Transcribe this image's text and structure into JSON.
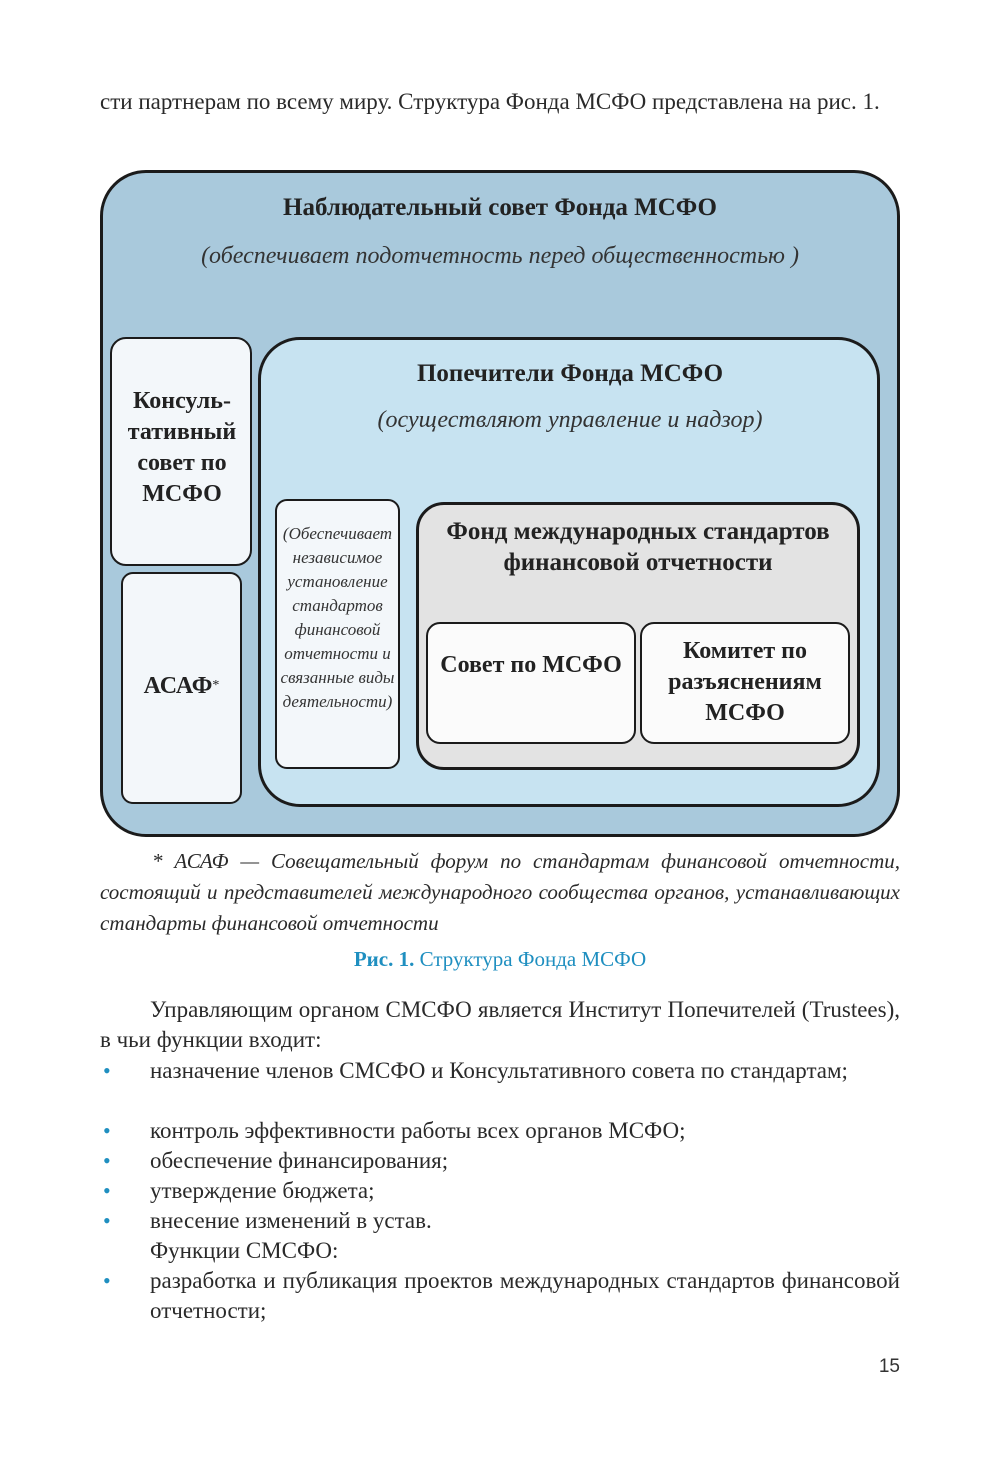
{
  "intro_text": "сти партнерам по всему миру. Структура Фонда МСФО представлена на рис. 1.",
  "figure": {
    "board_title": "Наблюдательный совет Фонда МСФО",
    "board_subtitle": "(обеспечивает подотчетность перед общественностью )",
    "trustees_title": "Попечители Фонда МСФО",
    "trustees_subtitle": "(осуществляют управление и надзор)",
    "advisory_council": "Консуль-тативный совет по МСФО",
    "asaf": "АСАФ",
    "asaf_mark": "*",
    "foundation_note": "(Обеспечивает независимое установление стандартов финансовой отчетности и связанные виды деятельности)",
    "foundation_title": "Фонд международных стандартов финансовой отчетности",
    "ifrs_board": "Совет по МСФО",
    "interpretations_committee": "Комитет по разъяснениям МСФО"
  },
  "footnote": "* АСАФ — Совещательный форум по стандартам финансовой отчетности, состоящий и представителей международного сообщества органов, устанавливающих стандарты финансовой отчетности",
  "caption": {
    "label": "Рис. 1.",
    "text": "Структура Фонда МСФО"
  },
  "paragraph_trustees": "Управляющим органом СМСФО является Институт Попечителей (Trustees), в чьи функции входит:",
  "trustee_functions": [
    "назначение членов СМСФО и Консультативного совета по стандартам;",
    "контроль эффективности работы всех органов МСФО;",
    "обеспечение финансирования;",
    "утверждение бюджета;",
    "внесение изменений в устав."
  ],
  "functions_heading": "Функции СМСФО:",
  "smsfo_functions": [
    "разработка и публикация проектов международных стандартов финансовой отчетности;"
  ],
  "bullet_symbol": "•",
  "page_number": "15",
  "colors": {
    "board_fill": "#a9c9dc",
    "trustees_fill": "#c7e3f1",
    "foundation_fill": "#e3e3e3",
    "accent_blue": "#1f8fc0"
  }
}
